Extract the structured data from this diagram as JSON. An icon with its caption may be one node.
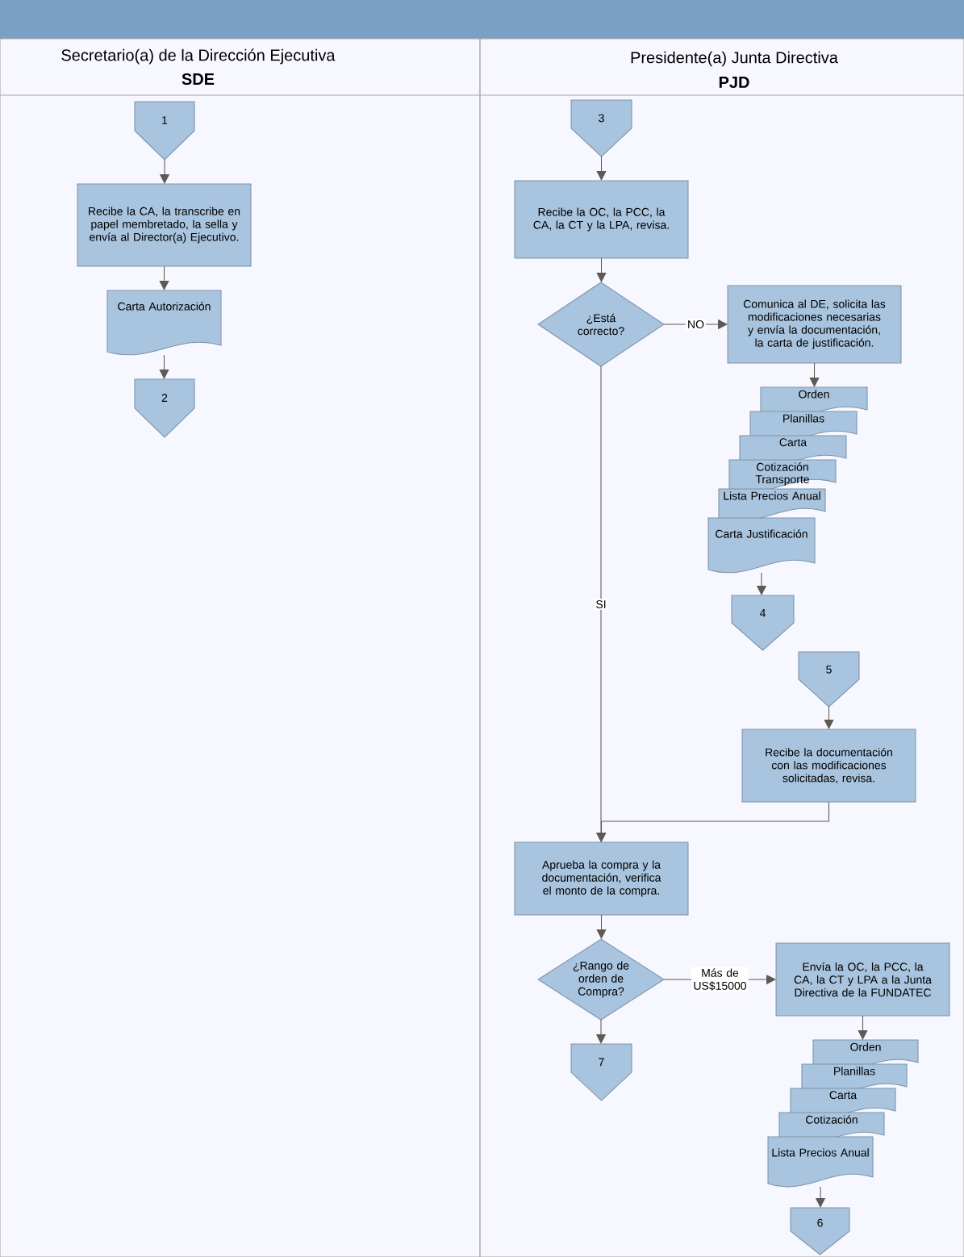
{
  "diagram": {
    "nodes": [
      {
        "text": [
          "Secretario(a) de la Dirección Ejecutiva",
          "SDE"
        ]
      },
      {
        "text": [
          "Presidente(a) Junta Directiva",
          "PJD"
        ]
      },
      {
        "text": [
          "1"
        ],
        "in": 0
      },
      {
        "text": [
          "Recibe la CA, la transcribe en papel membretado, la sella y envía al Director(a) Ejecutivo."
        ],
        "in": 0
      },
      {
        "text": [
          "Carta Autorización"
        ],
        "in": 0
      },
      {
        "text": [
          "2"
        ],
        "in": 0
      },
      {
        "text": [
          "3"
        ],
        "in": 1
      },
      {
        "text": [
          "Recibe la OC, la PCC, la CA, la CT y la LPA, revisa."
        ],
        "in": 1
      },
      {
        "text": [
          "¿Está correcto?"
        ],
        "in": 1
      },
      {
        "text": [
          "Comunica al DE, solicita las modificaciones necesarias y envía la documentación, la carta de justificación."
        ],
        "in": 1
      },
      {
        "text": [
          "Orden"
        ],
        "in": 1
      },
      {
        "text": [
          "Planillas"
        ],
        "in": 1
      },
      {
        "text": [
          "Carta"
        ],
        "in": 1
      },
      {
        "text": [
          "Cotización Transporte"
        ],
        "in": 1
      },
      {
        "text": [
          "Lista Precios Anual"
        ],
        "in": 1
      },
      {
        "text": [
          "Carta Justificación"
        ],
        "in": 1
      },
      {
        "text": [
          "4"
        ],
        "in": 1
      },
      {
        "text": [
          "5"
        ],
        "in": 1
      },
      {
        "text": [
          "Recibe la documentación con las modificaciones solicitadas, revisa."
        ],
        "in": 1
      },
      {
        "text": [
          "Aprueba la compra y la documentación, verifica el monto de la compra."
        ],
        "in": 1
      },
      {
        "text": [
          "¿Rango de orden de Compra?"
        ],
        "in": 1
      },
      {
        "text": [
          "Envía la OC, la PCC, la CA, la CT y LPA a la Junta Directiva de la FUNDATEC"
        ],
        "in": 1
      },
      {
        "text": [
          "Orden"
        ],
        "in": 1
      },
      {
        "text": [
          "Planillas"
        ],
        "in": 1
      },
      {
        "text": [
          "Carta"
        ],
        "in": 1
      },
      {
        "text": [
          "Cotización"
        ],
        "in": 1
      },
      {
        "text": [
          "Lista Precios Anual"
        ],
        "in": 1
      },
      {
        "text": [
          "7"
        ],
        "in": 1
      },
      {
        "text": [
          "6"
        ],
        "in": 1
      }
    ],
    "edges": [
      {
        "from": 2,
        "to": 3,
        "arrow": "to"
      },
      {
        "from": 3,
        "to": 4,
        "arrow": "to"
      },
      {
        "from": 4,
        "to": 5,
        "arrow": "to"
      },
      {
        "from": 6,
        "to": 7,
        "arrow": "to"
      },
      {
        "from": 7,
        "to": 8,
        "arrow": "to"
      },
      {
        "from": 8,
        "to": 9,
        "arrow": "to",
        "label": "NO"
      },
      {
        "from": 9,
        "to": 10,
        "arrow": "to"
      },
      {
        "from": 15,
        "to": 16,
        "arrow": "to"
      },
      {
        "from": 8,
        "to": 19,
        "arrow": "to",
        "label": "SI"
      },
      {
        "from": 17,
        "to": 18,
        "arrow": "to"
      },
      {
        "from": 18,
        "to": 19,
        "arrow": "to"
      },
      {
        "from": 19,
        "to": 20,
        "arrow": "to"
      },
      {
        "from": 20,
        "to": 21,
        "arrow": "to",
        "label": "Más de US$15000"
      },
      {
        "from": 20,
        "to": 27,
        "arrow": "to"
      },
      {
        "from": 21,
        "to": 22,
        "arrow": "to"
      },
      {
        "from": 26,
        "to": 28,
        "arrow": "to"
      }
    ]
  }
}
